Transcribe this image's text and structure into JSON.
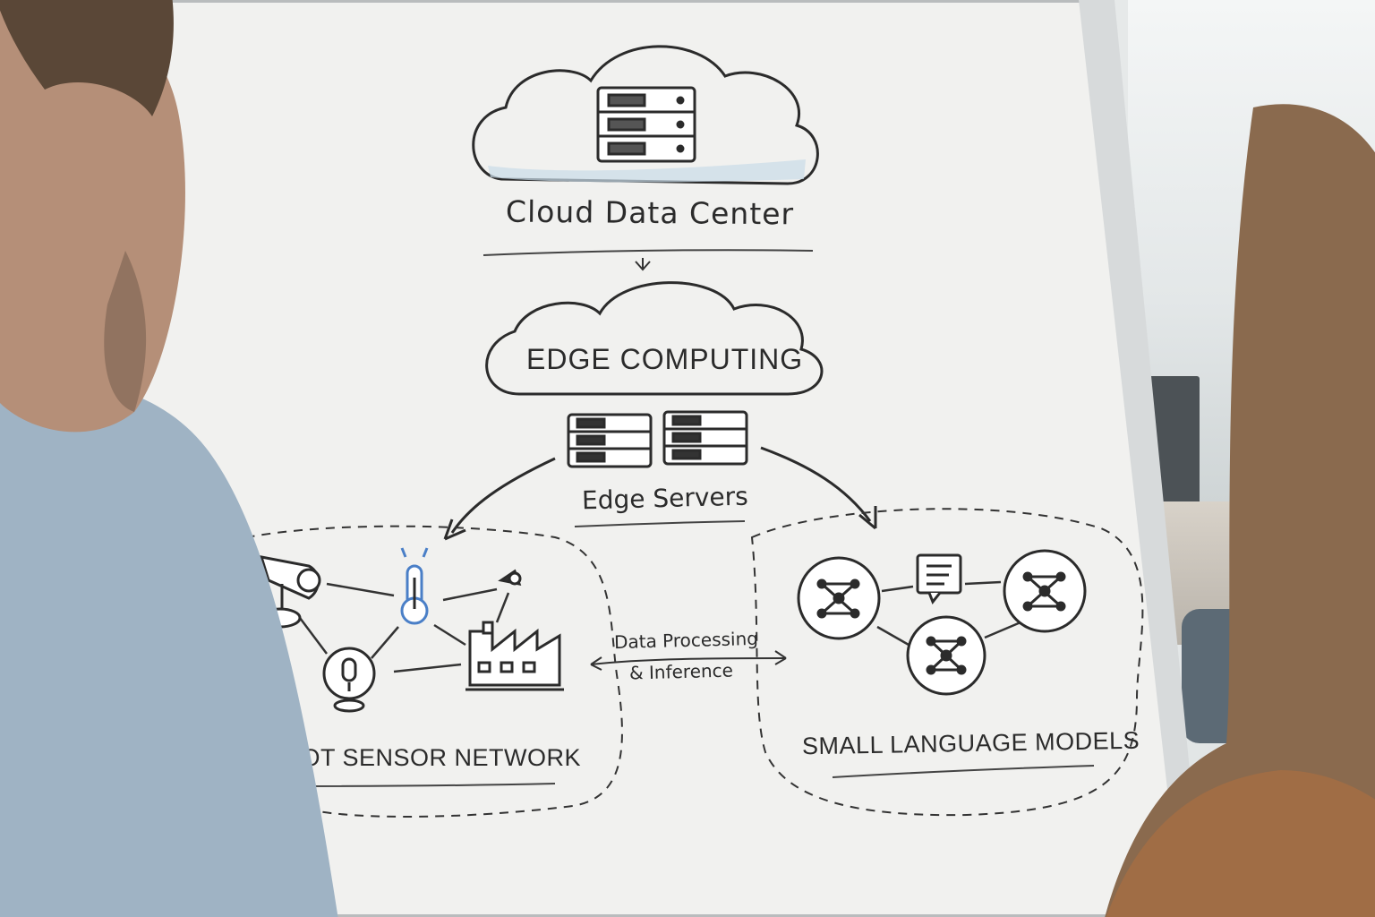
{
  "scene": {
    "description_free": true,
    "colors": {
      "board": "#f1f1ef",
      "ink": "#2b2b2b",
      "accent_blue": "#4a7fc7",
      "cloud_tint": "#c9dbe8"
    }
  },
  "diagram": {
    "cloud_label": "Cloud Data Center",
    "edge_label": "EDGE COMPUTING",
    "servers_label": "Edge Servers",
    "processing_label_line1": "Data Processing",
    "processing_label_line2": "& Inference",
    "iot_label": "iOT SENSOR NETWORK",
    "slm_label": "SMALL LANGUAGE MODELS",
    "icons": [
      "server-rack-icon",
      "security-camera-icon",
      "thermometer-icon",
      "microphone-icon",
      "light-sensor-icon",
      "factory-icon",
      "neural-network-icon",
      "document-chat-icon"
    ]
  }
}
